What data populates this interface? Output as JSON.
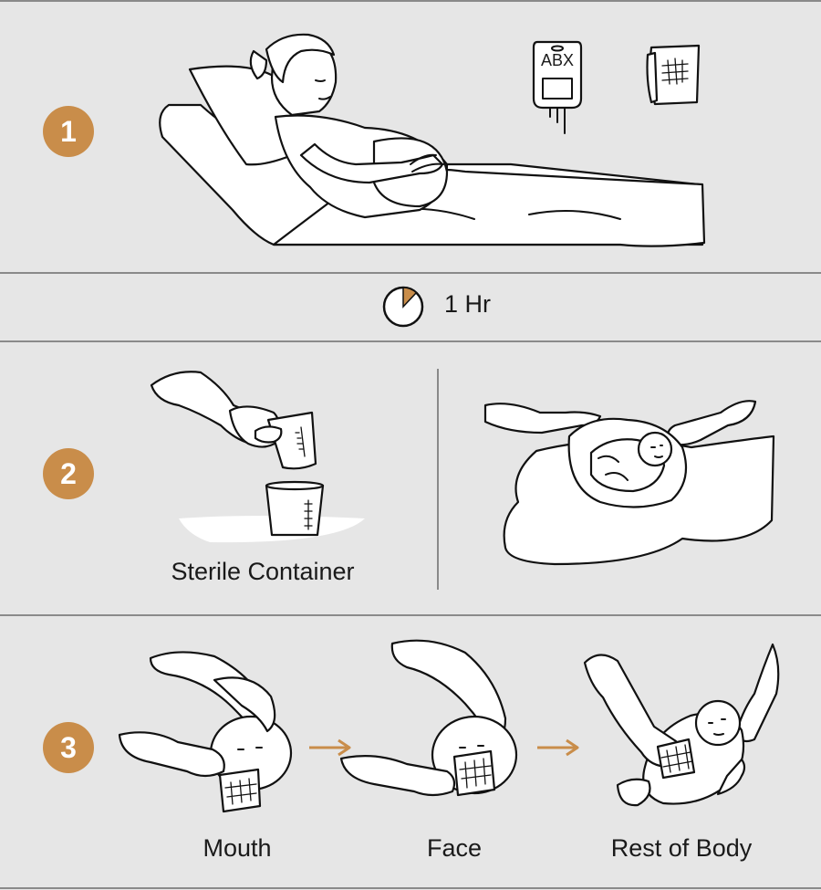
{
  "steps": [
    {
      "number": "1"
    },
    {
      "number": "2"
    },
    {
      "number": "3"
    }
  ],
  "timer": {
    "text": "1 Hr",
    "fraction": 0.12
  },
  "step1": {
    "iv_bag_label": "ABX"
  },
  "step2": {
    "container_label": "Sterile Container"
  },
  "step3": {
    "labels": [
      "Mouth",
      "Face",
      "Rest of Body"
    ]
  },
  "colors": {
    "accent": "#c98d4a",
    "background": "#e6e6e6",
    "rule": "#8a8a8a",
    "ink": "#111111"
  }
}
